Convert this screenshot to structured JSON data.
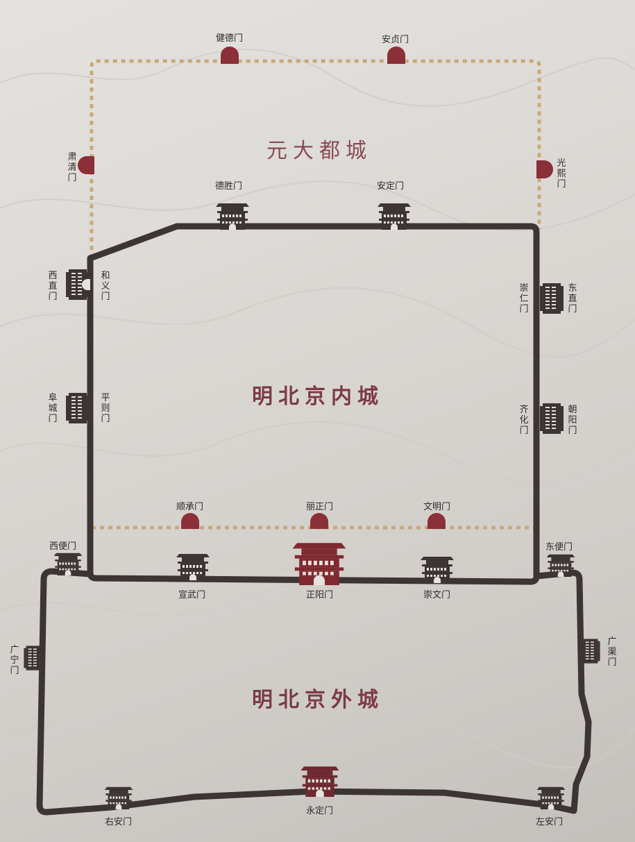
{
  "map": {
    "regions": {
      "yuan_dadu": "元大都城",
      "ming_inner": "明北京内城",
      "ming_outer": "明北京外城"
    },
    "gates": {
      "yuan": {
        "jiande": "健德门",
        "anzhen": "安贞门",
        "suqing": "肃清门",
        "guangxi": "光熙门",
        "shuncheng": "顺承门",
        "lizheng": "丽正门",
        "wenming": "文明门",
        "heyi": "和义门",
        "pingze": "平则门",
        "chongren": "崇仁门",
        "qihua": "齐化门"
      },
      "inner": {
        "desheng": "德胜门",
        "anding": "安定门",
        "xizhi": "西直门",
        "dongzhi": "东直门",
        "fucheng": "阜城门",
        "chaoyang": "朝阳门",
        "xuanwu": "宣武门",
        "zhengyang": "正阳门",
        "chongwen": "崇文门"
      },
      "outer": {
        "xibian": "西便门",
        "dongbian": "东便门",
        "guangning": "广宁门",
        "guangqu": "广渠门",
        "youan": "右安门",
        "yongding": "永定门",
        "zuoan": "左安门"
      }
    },
    "colors": {
      "wall": "#3d3434",
      "yuan_gate": "#8b2f38",
      "major_gate": "#7f2a30",
      "yuan_wall_dots": "#c9a97a",
      "region_text": "#7c3b45"
    }
  }
}
